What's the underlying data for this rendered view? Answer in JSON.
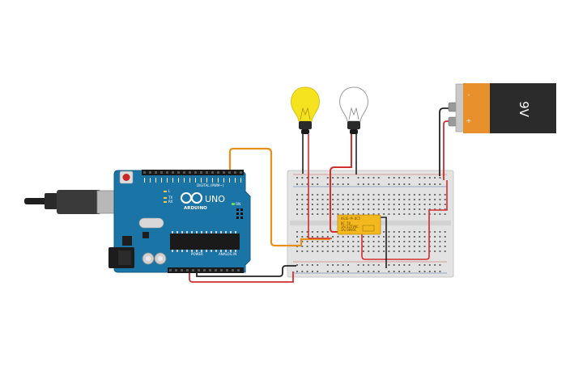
{
  "arduino": {
    "logo": "ARDUINO",
    "model": "UNO",
    "digital_header": "DIGITAL (PWM~)",
    "power_header": "POWER",
    "analog_header": "ANALOG IN",
    "tx_label": "TX",
    "rx_label": "RX",
    "l_label": "L",
    "on_label": "ON"
  },
  "relay": {
    "title": "HS1E-M-DC5",
    "line1": "DC 5V",
    "line2": "1A/125VAC",
    "line3": "2A/30VDC"
  },
  "battery": {
    "label": "9V",
    "minus": "-",
    "plus": "+"
  },
  "colors": {
    "arduino_blue": "#1b74a6",
    "wire_orange": "#e8901c",
    "wire_red": "#d32f2f",
    "wire_black": "#222222",
    "bulb_on": "#f6e320",
    "battery_orange": "#e8902c",
    "breadboard": "#e3e3e3",
    "relay_yellow": "#f4b81f"
  }
}
